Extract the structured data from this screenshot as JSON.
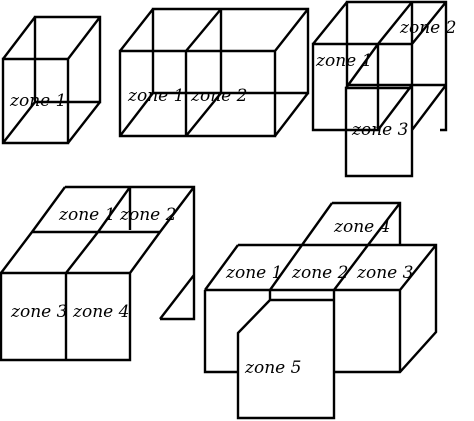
{
  "diagram": {
    "description_colors": {
      "stroke": "#000000",
      "background": "#ffffff"
    },
    "groups": [
      {
        "id": "one-zone",
        "zone_labels": [
          "zone 1"
        ]
      },
      {
        "id": "two-zones",
        "zone_labels": [
          "zone 1",
          "zone 2"
        ]
      },
      {
        "id": "three-zones",
        "zone_labels": [
          "zone 1",
          "zone 2",
          "zone 3"
        ]
      },
      {
        "id": "four-zones",
        "zone_labels": [
          "zone 1",
          "zone 2",
          "zone 3",
          "zone 4"
        ]
      },
      {
        "id": "five-zones",
        "zone_labels": [
          "zone 1",
          "zone 2",
          "zone 3",
          "zone 4",
          "zone 5"
        ]
      }
    ]
  }
}
